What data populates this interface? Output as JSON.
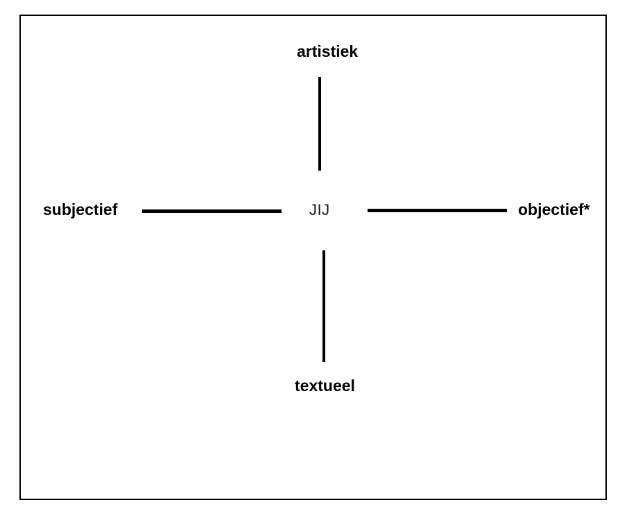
{
  "diagram": {
    "type": "two-axis-spectrum",
    "frame": {
      "border_color": "#000000",
      "background_color": "#ffffff"
    },
    "line_color": "#000000",
    "text_color": "#000000",
    "center": {
      "label": "JIJ",
      "weight": "regular"
    },
    "axes": [
      {
        "name": "vertical",
        "top_label": "artistiek",
        "bottom_label": "textueel"
      },
      {
        "name": "horizontal",
        "left_label": "subjectief",
        "right_label": "objectief*"
      }
    ],
    "labels": {
      "top": "artistiek",
      "bottom": "textueel",
      "left": "subjectief",
      "right": "objectief*",
      "center": "JIJ"
    }
  }
}
